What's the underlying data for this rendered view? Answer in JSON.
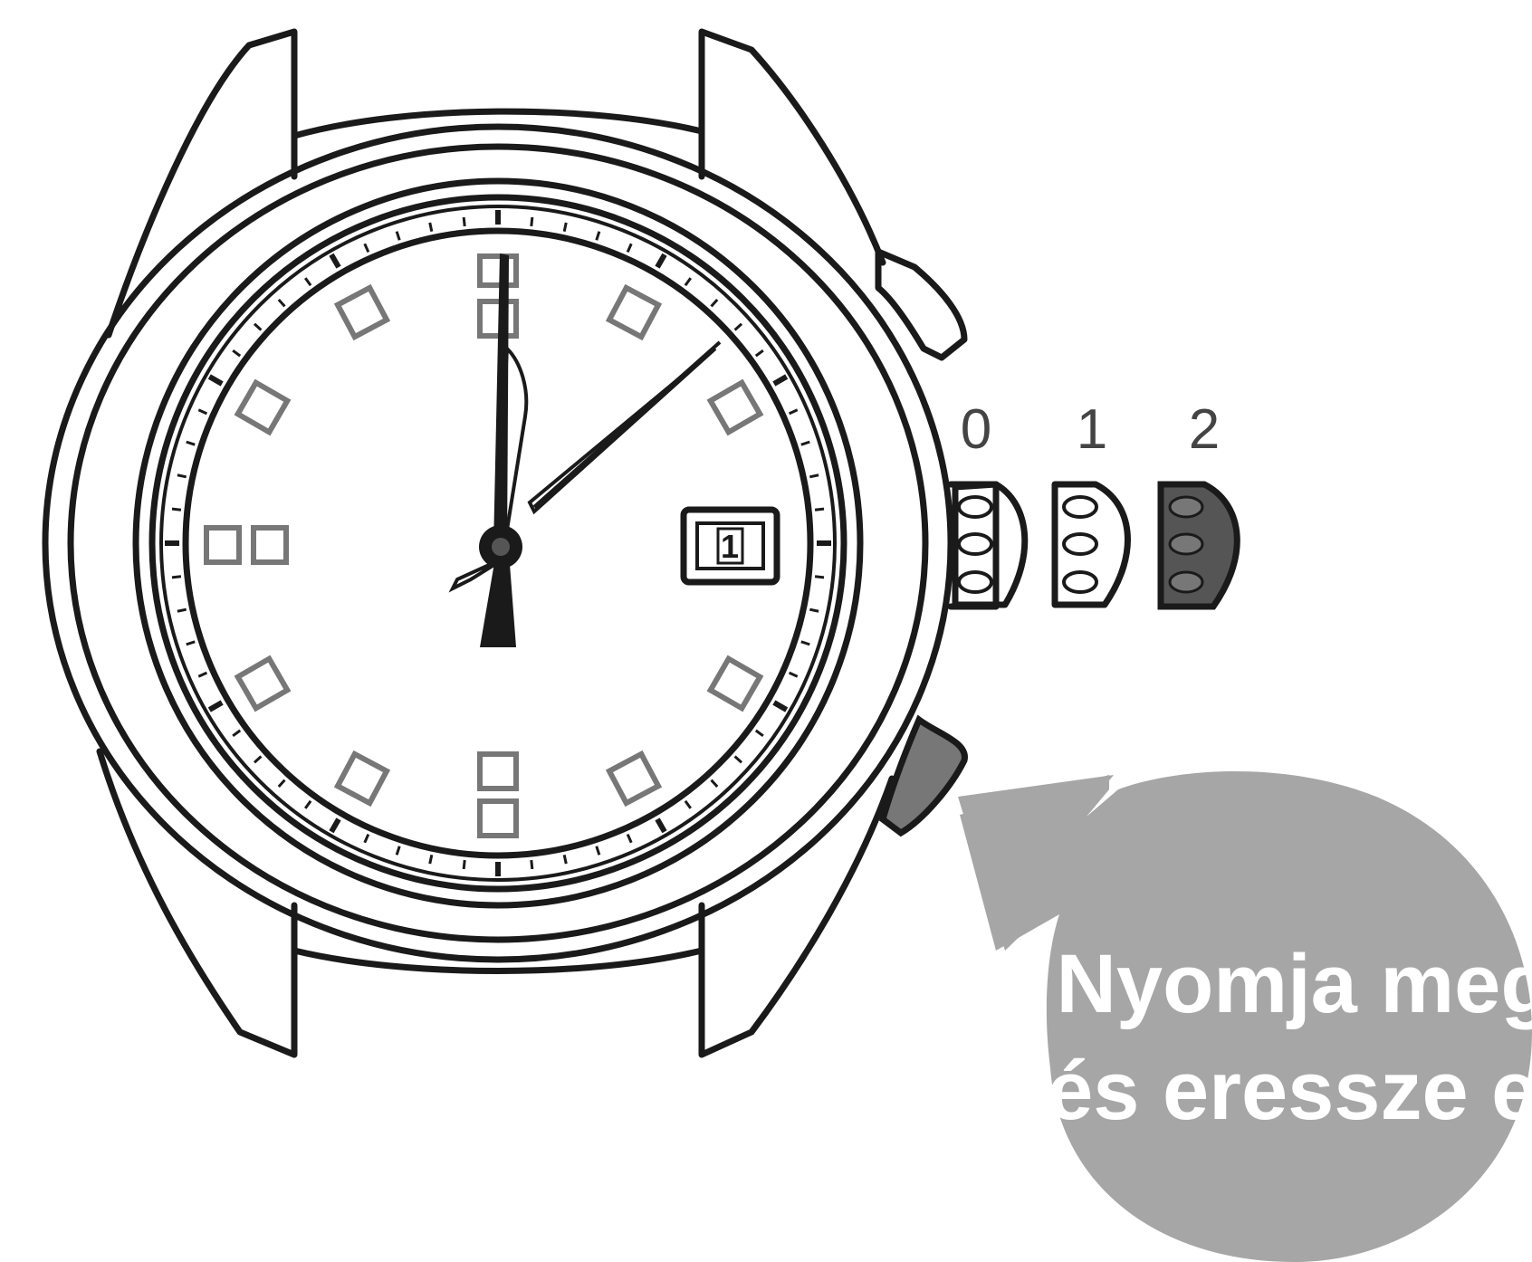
{
  "crown_positions": [
    {
      "label": "0",
      "active": false
    },
    {
      "label": "1",
      "active": false
    },
    {
      "label": "2",
      "active": true
    }
  ],
  "date_window": {
    "value": "1"
  },
  "callout": {
    "line1": "Nyomja meg",
    "line2": "és eressze el"
  },
  "colors": {
    "ink": "#1a1a1a",
    "marker": "#777777",
    "callout_fill": "#a6a6a6",
    "active_crown": "#555555",
    "pushbutton_highlight": "#777777"
  }
}
